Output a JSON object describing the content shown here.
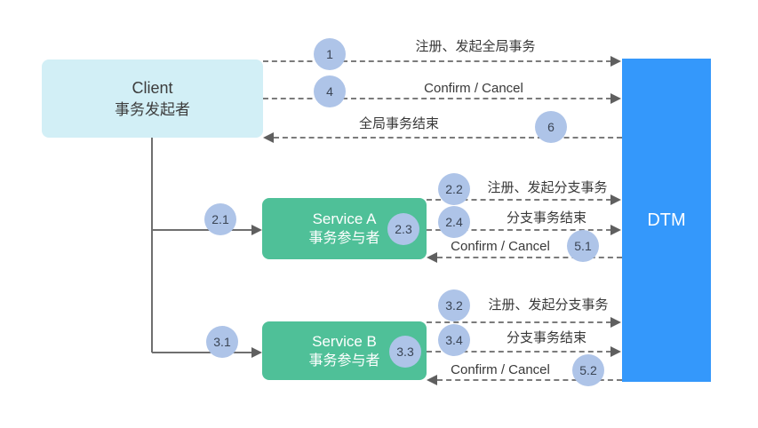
{
  "diagram": {
    "nodes": {
      "client": {
        "title": "Client",
        "subtitle": "事务发起者"
      },
      "service_a": {
        "title": "Service A",
        "subtitle": "事务参与者"
      },
      "service_b": {
        "title": "Service B",
        "subtitle": "事务参与者"
      },
      "dtm": {
        "title": "DTM"
      }
    },
    "flows": [
      {
        "step": "1",
        "label": "注册、发起全局事务",
        "from": "Client",
        "to": "DTM"
      },
      {
        "step": "4",
        "label": "Confirm / Cancel",
        "from": "Client",
        "to": "DTM"
      },
      {
        "step": "6",
        "label": "全局事务结束",
        "from": "DTM",
        "to": "Client"
      },
      {
        "step": "2.1",
        "label": "",
        "from": "Client",
        "to": "Service A"
      },
      {
        "step": "2.2",
        "label": "注册、发起分支事务",
        "from": "Service A",
        "to": "DTM"
      },
      {
        "step": "2.3",
        "label": "",
        "from": "Service A",
        "to": "Service A"
      },
      {
        "step": "2.4",
        "label": "分支事务结束",
        "from": "Service A",
        "to": "DTM"
      },
      {
        "step": "5.1",
        "label": "Confirm / Cancel",
        "from": "DTM",
        "to": "Service A"
      },
      {
        "step": "3.1",
        "label": "",
        "from": "Client",
        "to": "Service B"
      },
      {
        "step": "3.2",
        "label": "注册、发起分支事务",
        "from": "Service B",
        "to": "DTM"
      },
      {
        "step": "3.3",
        "label": "",
        "from": "Service B",
        "to": "Service B"
      },
      {
        "step": "3.4",
        "label": "分支事务结束",
        "from": "Service B",
        "to": "DTM"
      },
      {
        "step": "5.2",
        "label": "Confirm / Cancel",
        "from": "DTM",
        "to": "Service B"
      }
    ],
    "colors": {
      "client_bg": "#d2eff6",
      "service_bg": "#4fc098",
      "dtm_bg": "#3498fb",
      "badge_bg": "#aec4e8",
      "line": "#7b7b7b",
      "background": "#ffffff"
    }
  }
}
